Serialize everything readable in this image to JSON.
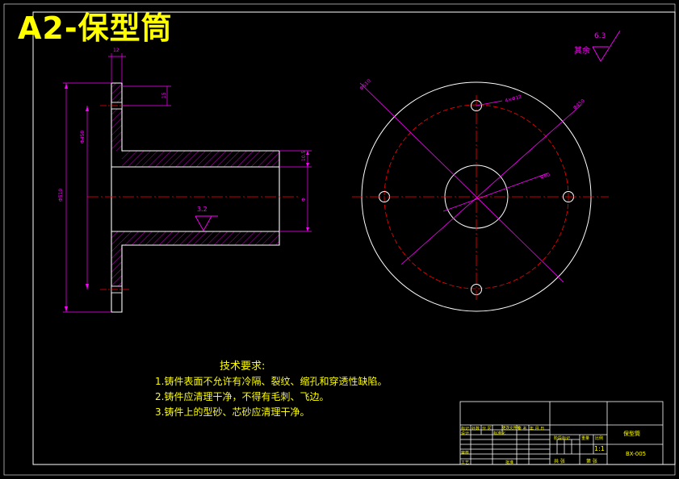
{
  "title": "A2-保型筒",
  "technical_requirements": {
    "heading": "技术要求:",
    "items": [
      "1.铸件表面不允许有冷隔、裂纹、缩孔和穿透性缺陷。",
      "2.铸件应清理干净，不得有毛刺、飞边。",
      "3.铸件上的型砂、芯砂应清理干净。"
    ]
  },
  "roughness": {
    "general_label": "其余",
    "general_value": "6.3",
    "bore_value": "3.2"
  },
  "title_block": {
    "part_name": "保型筒",
    "scale": "1:1",
    "drawing_no": "BX-005",
    "row_labels": [
      "标记",
      "处数",
      "分 区",
      "更改文件号",
      "签 名",
      "年 月 日"
    ],
    "labels_left": [
      "设计",
      "标准化",
      "审核",
      "工艺",
      "批准"
    ],
    "stage_label": "阶段标记",
    "weight_label": "重量",
    "ratio_label": "比例",
    "sheet_label": "共 张",
    "sheet_of": "第 张"
  },
  "colors": {
    "frame": "#ffffff",
    "geometry": "#ffffff",
    "dimension": "#ff00ff",
    "centerline": "#ff0000",
    "text": "#ffff00"
  }
}
